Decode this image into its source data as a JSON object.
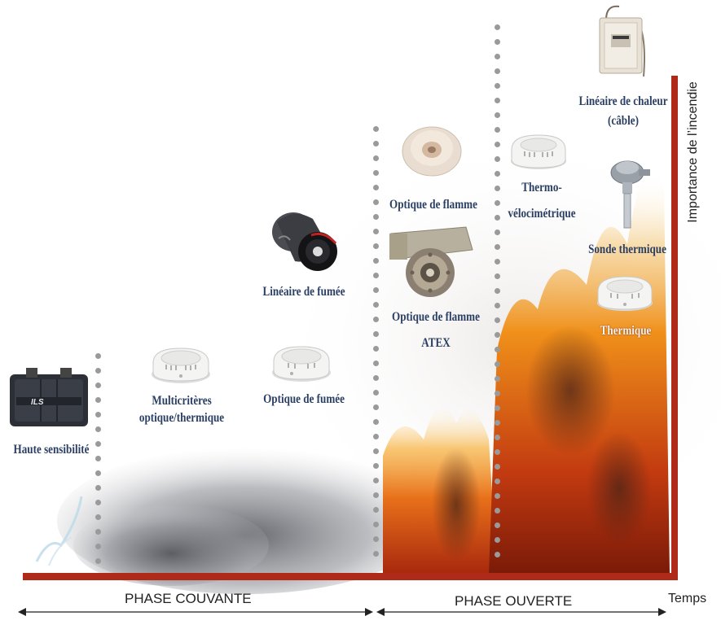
{
  "labels": {
    "haute_sensibilite": "Haute sensibilité",
    "multicriteres_line1": "Multicritères",
    "multicriteres_line2": "optique/thermique",
    "optique_fumee": "Optique de fumée",
    "lineaire_fumee": "Linéaire de fumée",
    "optique_flamme": "Optique de flamme",
    "optique_flamme_atex_line1": "Optique de flamme",
    "optique_flamme_atex_line2": "ATEX",
    "thermo_line1": "Thermo-",
    "thermo_line2": "vélocimétrique",
    "lineaire_chaleur_line1": "Linéaire de chaleur",
    "lineaire_chaleur_line2": "(câble)",
    "sonde_thermique": "Sonde thermique",
    "thermique": "Thermique"
  },
  "device_brand": "ILS",
  "axes": {
    "y_label": "Importance de l’incendie",
    "x_label": "Temps"
  },
  "phases": {
    "couvante": "PHASE COUVANTE",
    "ouverte": "PHASE OUVERTE"
  },
  "colors": {
    "label_text": "#2a3f63",
    "axis_red": "#b02a1a",
    "dots": "#9a9a9a",
    "flame_orange": "#f08a14"
  }
}
